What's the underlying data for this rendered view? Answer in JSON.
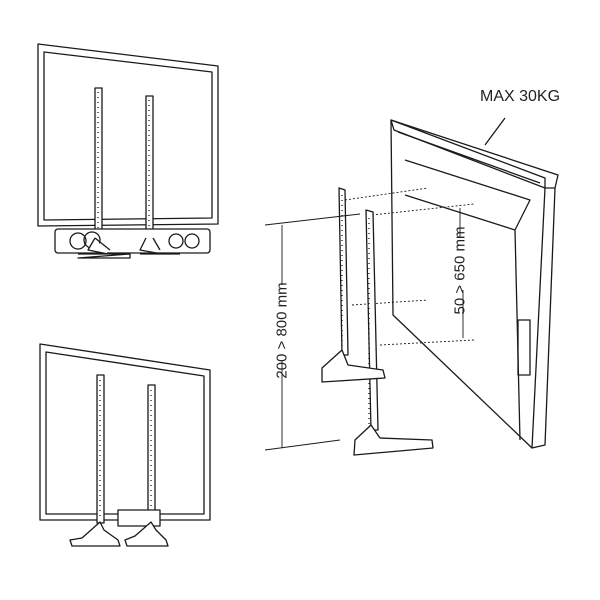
{
  "labels": {
    "max_load": "MAX 30KG",
    "height_range": "200 > 800 mm",
    "vesa_range": "50 > 650 mm"
  },
  "colors": {
    "line": "#1a1a1a",
    "background": "#ffffff"
  }
}
